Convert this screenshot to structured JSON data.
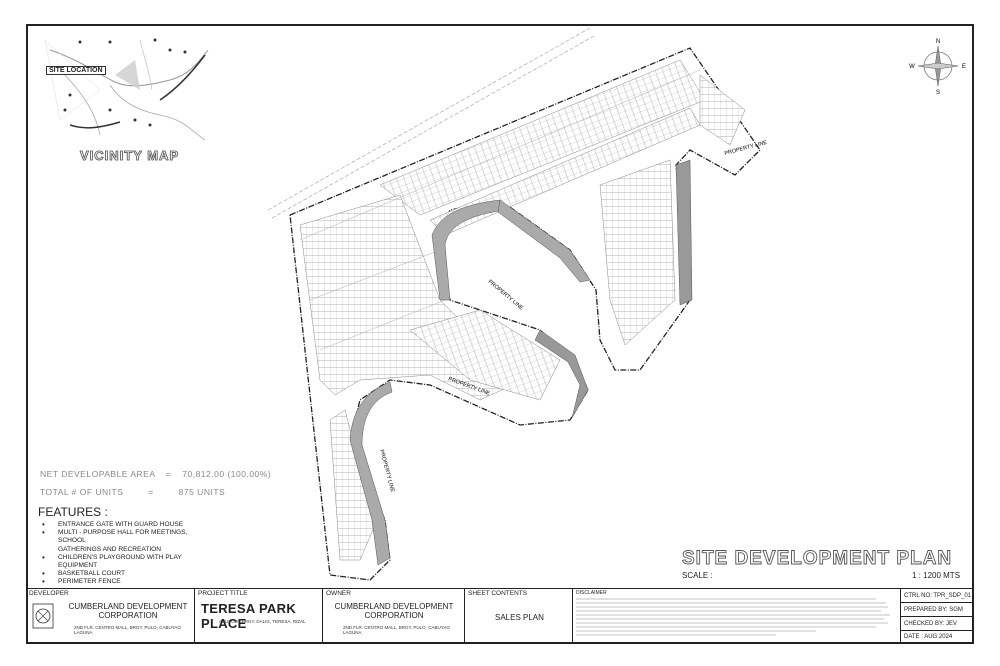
{
  "vicinity": {
    "title": "VICINITY MAP",
    "site_location": "SITE LOCATION"
  },
  "stats": {
    "net_area_label": "NET DEVELOPABLE AREA",
    "net_area_value": "70,812.00 (100.00%)",
    "units_label": "TOTAL # OF UNITS",
    "units_value": "875 UNITS"
  },
  "features": {
    "heading": "FEATURES :",
    "items": [
      "ENTRANCE GATE WITH GUARD HOUSE",
      "MULTI - PURPOSE HALL FOR MEETINGS, SCHOOL",
      "GATHERINGS AND RECREATION",
      "CHILDREN'S PLAYGROUND WITH PLAY",
      "EQUIPMENT",
      "BASKETBALL COURT",
      "PERIMETER FENCE"
    ]
  },
  "plan": {
    "title": "SITE DEVELOPMENT PLAN",
    "scale_label": "SCALE :",
    "scale_value": "1 : 1200 MTS",
    "property_line": "PROPERTY LINE"
  },
  "compass": {
    "n": "N",
    "s": "S",
    "e": "E",
    "w": "W"
  },
  "title_block": {
    "developer_label": "DEVELOPER",
    "developer_name": "CUMBERLAND DEVELOPMENT CORPORATION",
    "developer_address": "2ND FLR. CENTRO MALL, BRGY. PULO, CABUYAO LAGUNA",
    "project_label": "PROJECT TITLE",
    "project_name": "TERESA PARK PLACE",
    "project_address": "ABUYOD , BRGY. DALIG, TERESA, RIZAL",
    "owner_label": "OWNER",
    "owner_name": "CUMBERLAND DEVELOPMENT CORPORATION",
    "owner_address": "2ND FLR. CENTRO MALL, BRGY. PULO, CABUYAO LAGUNA",
    "sheet_label": "SHEET CONTENTS",
    "sheet_name": "SALES PLAN",
    "disclaimer_label": "DISCLAIMER",
    "ctrl_no": "CTRL NO: TPR_SDP_01",
    "prepared_by": "PREPARED BY: SGM",
    "checked_by": "CHECKED BY: JEV",
    "date": "DATE : AUG 2024"
  }
}
